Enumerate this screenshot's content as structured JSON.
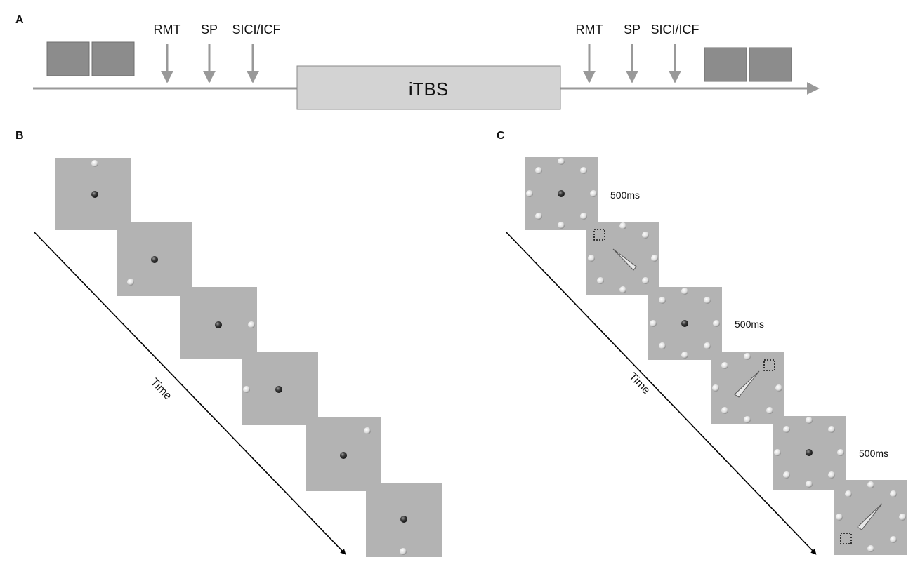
{
  "panels": {
    "a": {
      "letter": "A"
    },
    "b": {
      "letter": "B"
    },
    "c": {
      "letter": "C"
    }
  },
  "timeline": {
    "labels_pre": [
      "RMT",
      "SP",
      "SICI/ICF"
    ],
    "labels_post": [
      "RMT",
      "SP",
      "SICI/ICF"
    ],
    "stimulation_label": "iTBS"
  },
  "time_label": "Time",
  "duration_label": "500ms",
  "colors": {
    "axis": "#999999",
    "block": "#8c8c8c",
    "stim_box": "#d3d3d3",
    "screen": "#b3b3b3",
    "target": "#e6e6e6",
    "fixation": "#333333"
  }
}
